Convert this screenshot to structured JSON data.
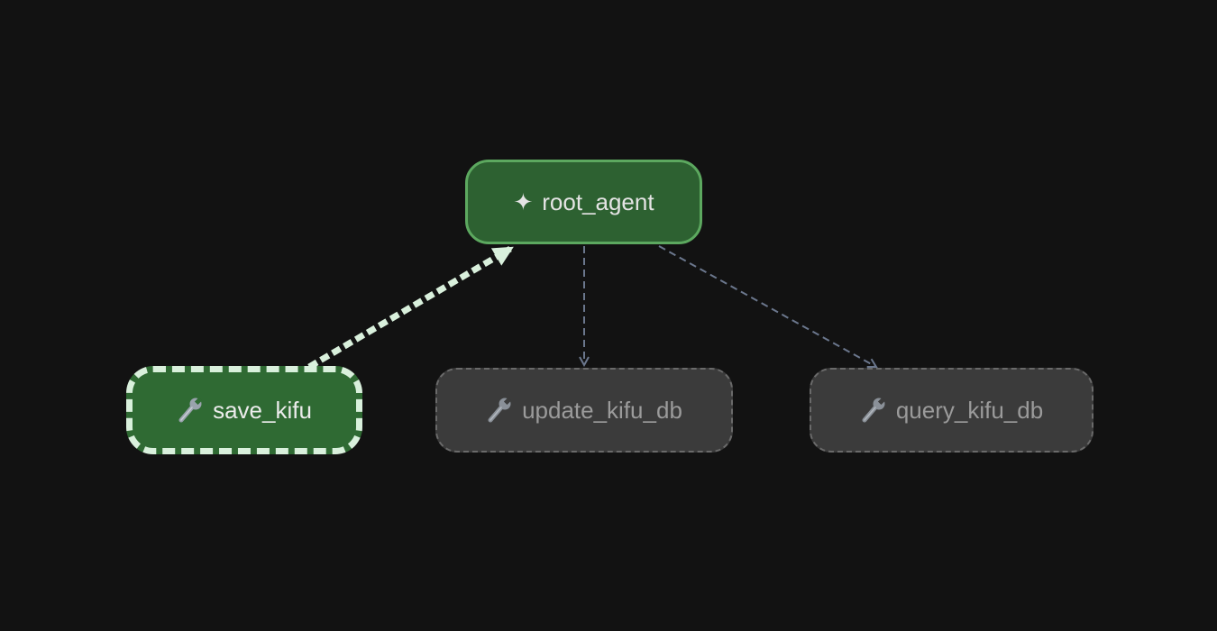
{
  "nodes": {
    "root": {
      "label": "root_agent",
      "icon": "sparkle-icon",
      "glyph": "✦",
      "status": "active"
    },
    "save_kifu": {
      "label": "save_kifu",
      "icon": "wrench-icon",
      "status": "active"
    },
    "update_kifu_db": {
      "label": "update_kifu_db",
      "icon": "wrench-icon",
      "status": "inactive"
    },
    "query_kifu_db": {
      "label": "query_kifu_db",
      "icon": "wrench-icon",
      "status": "inactive"
    }
  },
  "edges": [
    {
      "from": "save_kifu",
      "to": "root_agent",
      "style": "active"
    },
    {
      "from": "root_agent",
      "to": "update_kifu_db",
      "style": "inactive"
    },
    {
      "from": "root_agent",
      "to": "query_kifu_db",
      "style": "inactive"
    }
  ],
  "colors": {
    "background": "#121212",
    "active_node_fill": "#2d6131",
    "active_node_border": "#5ca85f",
    "active_edge": "#d9f0dc",
    "inactive_edge": "#6b778d",
    "inactive_node_fill": "#3b3b3b",
    "inactive_text": "#9b9b9b"
  }
}
